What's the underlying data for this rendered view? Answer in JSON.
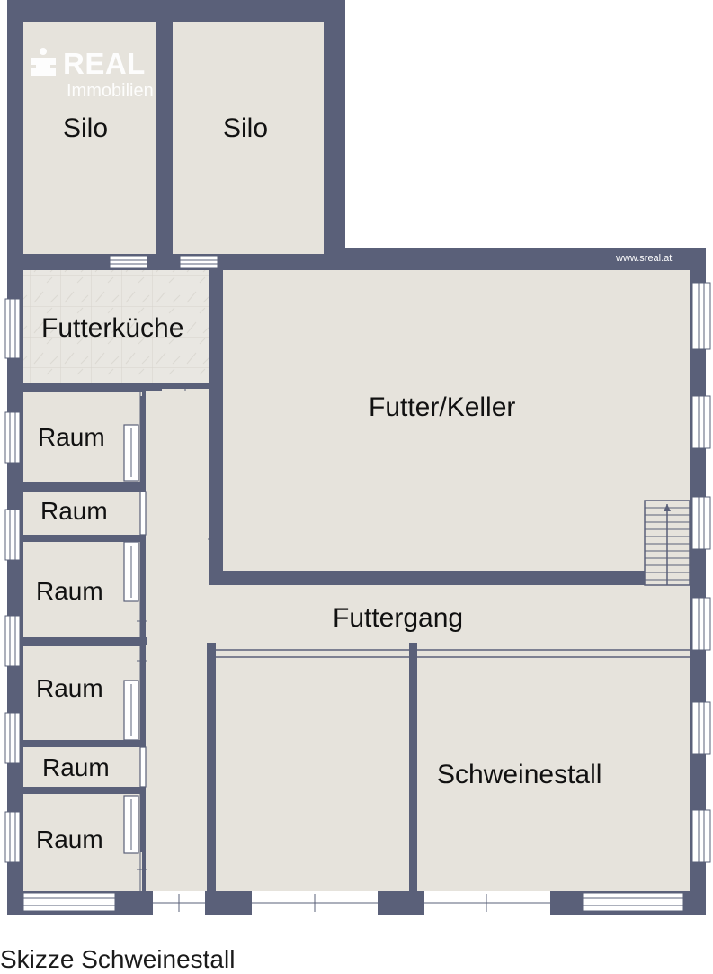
{
  "logo": {
    "brand": "REAL",
    "subtitle": "Immobilien"
  },
  "website": "www.sreal.at",
  "rooms": {
    "silo_1": "Silo",
    "silo_2": "Silo",
    "futterkueche": "Futterküche",
    "futter_keller": "Futter/Keller",
    "futtergang": "Futtergang",
    "schweinestall": "Schweinestall",
    "raum_1": "Raum",
    "raum_2": "Raum",
    "raum_3": "Raum",
    "raum_4": "Raum",
    "raum_5": "Raum",
    "raum_6": "Raum"
  },
  "caption": "Skizze Schweinestall",
  "colors": {
    "wall": "#5a6079",
    "floor": "#e6e3dc",
    "tile": "#e9e7e2"
  }
}
